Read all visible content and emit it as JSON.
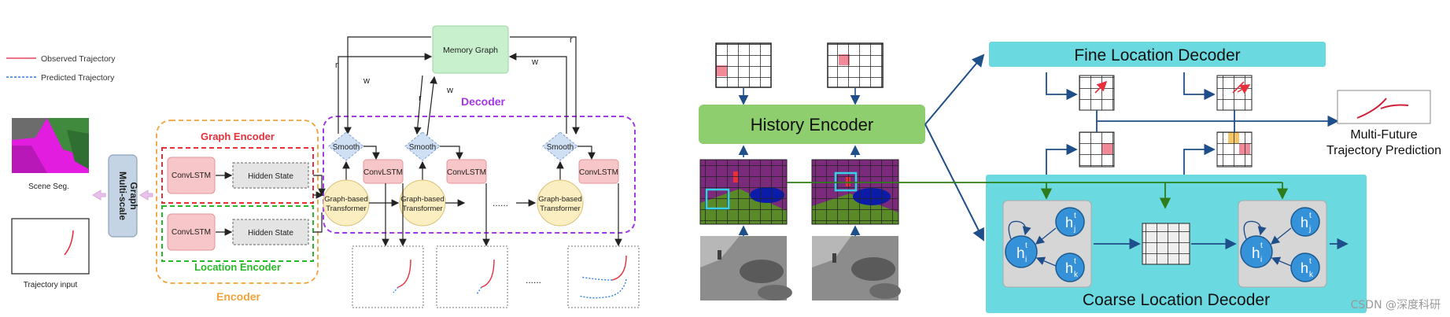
{
  "left": {
    "legend": {
      "observed": "Observed Trajectory",
      "predicted": "Predicted Trajectory",
      "observed_color": "#e8445a",
      "predicted_color": "#2f7fdc"
    },
    "scene_label": "Scene Seg.",
    "trajectory_label": "Trajectory input",
    "multiscale_label_1": "Multi-scale",
    "multiscale_label_2": "Graph",
    "graph_encoder": "Graph Encoder",
    "location_encoder": "Location Encoder",
    "encoder": "Encoder",
    "convlstm": "ConvLSTM",
    "hidden_state": "Hidden State",
    "memory_graph": "Memory Graph",
    "decoder": "Decoder",
    "smooth": "Smooth",
    "transformer_1": "Graph-based",
    "transformer_2": "Transformer",
    "r": "r",
    "w": "w",
    "ellipsis": "......"
  },
  "right": {
    "history_encoder": "History Encoder",
    "fine_decoder": "Fine Location Decoder",
    "coarse_decoder": "Coarse Location Decoder",
    "multi_future_1": "Multi-Future",
    "multi_future_2": "Trajectory Prediction",
    "h": "h",
    "sup_t": "t",
    "sub_i": "i",
    "sub_j": "j",
    "sub_k": "k"
  },
  "watermark": "CSDN @深度科研",
  "colors": {
    "red": "#e8303c",
    "green": "#29b829",
    "orange": "#f3a23a",
    "purple": "#a437e8",
    "teal": "#6ad9e0",
    "navy": "#1f4f8a",
    "mint": "#c8f0cc",
    "lightgreen": "#8fce6e",
    "node_blue": "#3592d8"
  }
}
